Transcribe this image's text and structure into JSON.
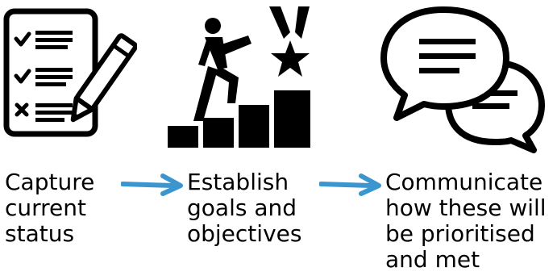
{
  "steps": [
    {
      "label": "Capture\ncurrent\nstatus",
      "icon": "checklist-pencil-icon"
    },
    {
      "label": "Establish\ngoals and\nobjectives",
      "icon": "climbing-stairs-medal-icon"
    },
    {
      "label": "Communicate\nhow these will\nbe prioritised\nand met",
      "icon": "speech-bubbles-icon"
    }
  ],
  "arrows": [
    {
      "icon": "right-arrow-icon",
      "color": "#3b95cf"
    },
    {
      "icon": "right-arrow-icon",
      "color": "#3b95cf"
    }
  ],
  "colors": {
    "icon": "#000000",
    "text": "#000000",
    "arrow": "#3b95cf",
    "background": "#ffffff"
  }
}
